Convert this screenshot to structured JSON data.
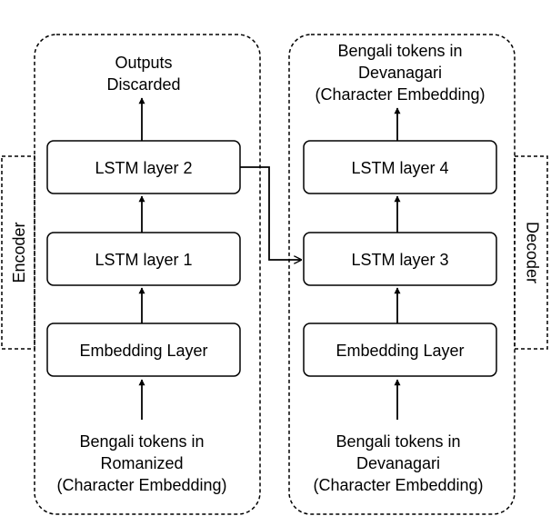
{
  "encoder": {
    "side_label": "Encoder",
    "output_line1": "Outputs",
    "output_line2": "Discarded",
    "lstm2": "LSTM layer 2",
    "lstm1": "LSTM layer 1",
    "embedding": "Embedding Layer",
    "input_line1": "Bengali tokens in",
    "input_line2": "Romanized",
    "input_line3": "(Character Embedding)"
  },
  "decoder": {
    "side_label": "Decoder",
    "output_line1": "Bengali tokens in",
    "output_line2": "Devanagari",
    "output_line3": "(Character Embedding)",
    "lstm4": "LSTM layer 4",
    "lstm3": "LSTM layer 3",
    "embedding": "Embedding Layer",
    "input_line1": "Bengali tokens in",
    "input_line2": "Devanagari",
    "input_line3": "(Character Embedding)"
  }
}
